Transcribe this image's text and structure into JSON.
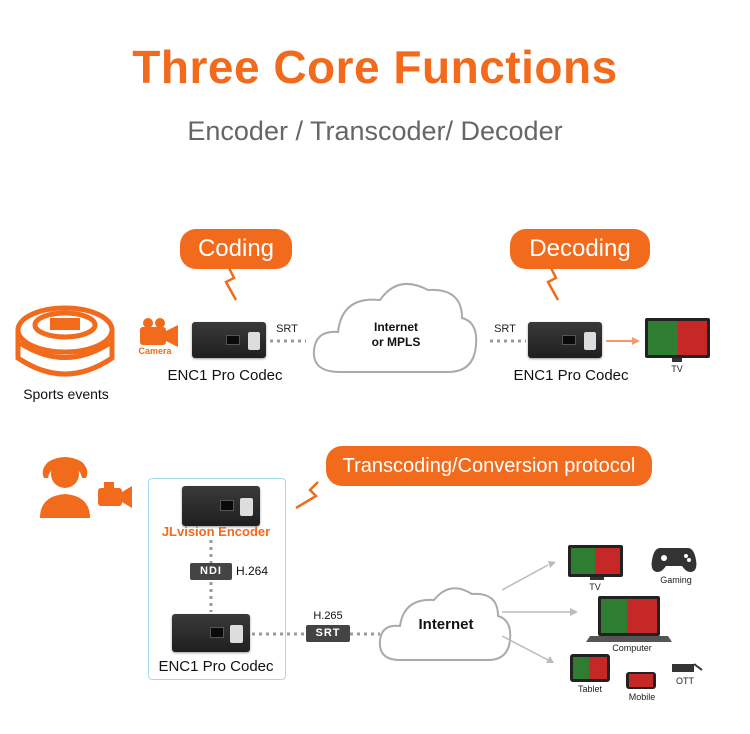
{
  "header": {
    "title": "Three Core Functions",
    "subtitle": "Encoder / Transcoder/ Decoder"
  },
  "top_flow": {
    "coding_label": "Coding",
    "decoding_label": "Decoding",
    "sports_label": "Sports events",
    "camera_label": "Camera",
    "codec_left_label": "ENC1 Pro Codec",
    "codec_right_label": "ENC1 Pro Codec",
    "srt_left": "SRT",
    "srt_right": "SRT",
    "cloud_line1": "Internet",
    "cloud_line2": "or MPLS",
    "tv_label": "TV"
  },
  "bottom_flow": {
    "transcoding_label": "Transcoding/Conversion protocol",
    "encoder_label": "JLvision Encoder",
    "ndi_tag": "NDI",
    "h264_label": "H.264",
    "codec_label": "ENC1 Pro Codec",
    "h265_label": "H.265",
    "srt_tag": "SRT",
    "internet_label": "Internet",
    "endpoints": {
      "tv": "TV",
      "gaming": "Gaming",
      "computer": "Computer",
      "tablet": "Tablet",
      "mobile": "Mobile",
      "ott": "OTT"
    }
  },
  "colors": {
    "accent": "#f26a1b",
    "subtitle": "#666666",
    "box_border": "#a9dbe6"
  }
}
